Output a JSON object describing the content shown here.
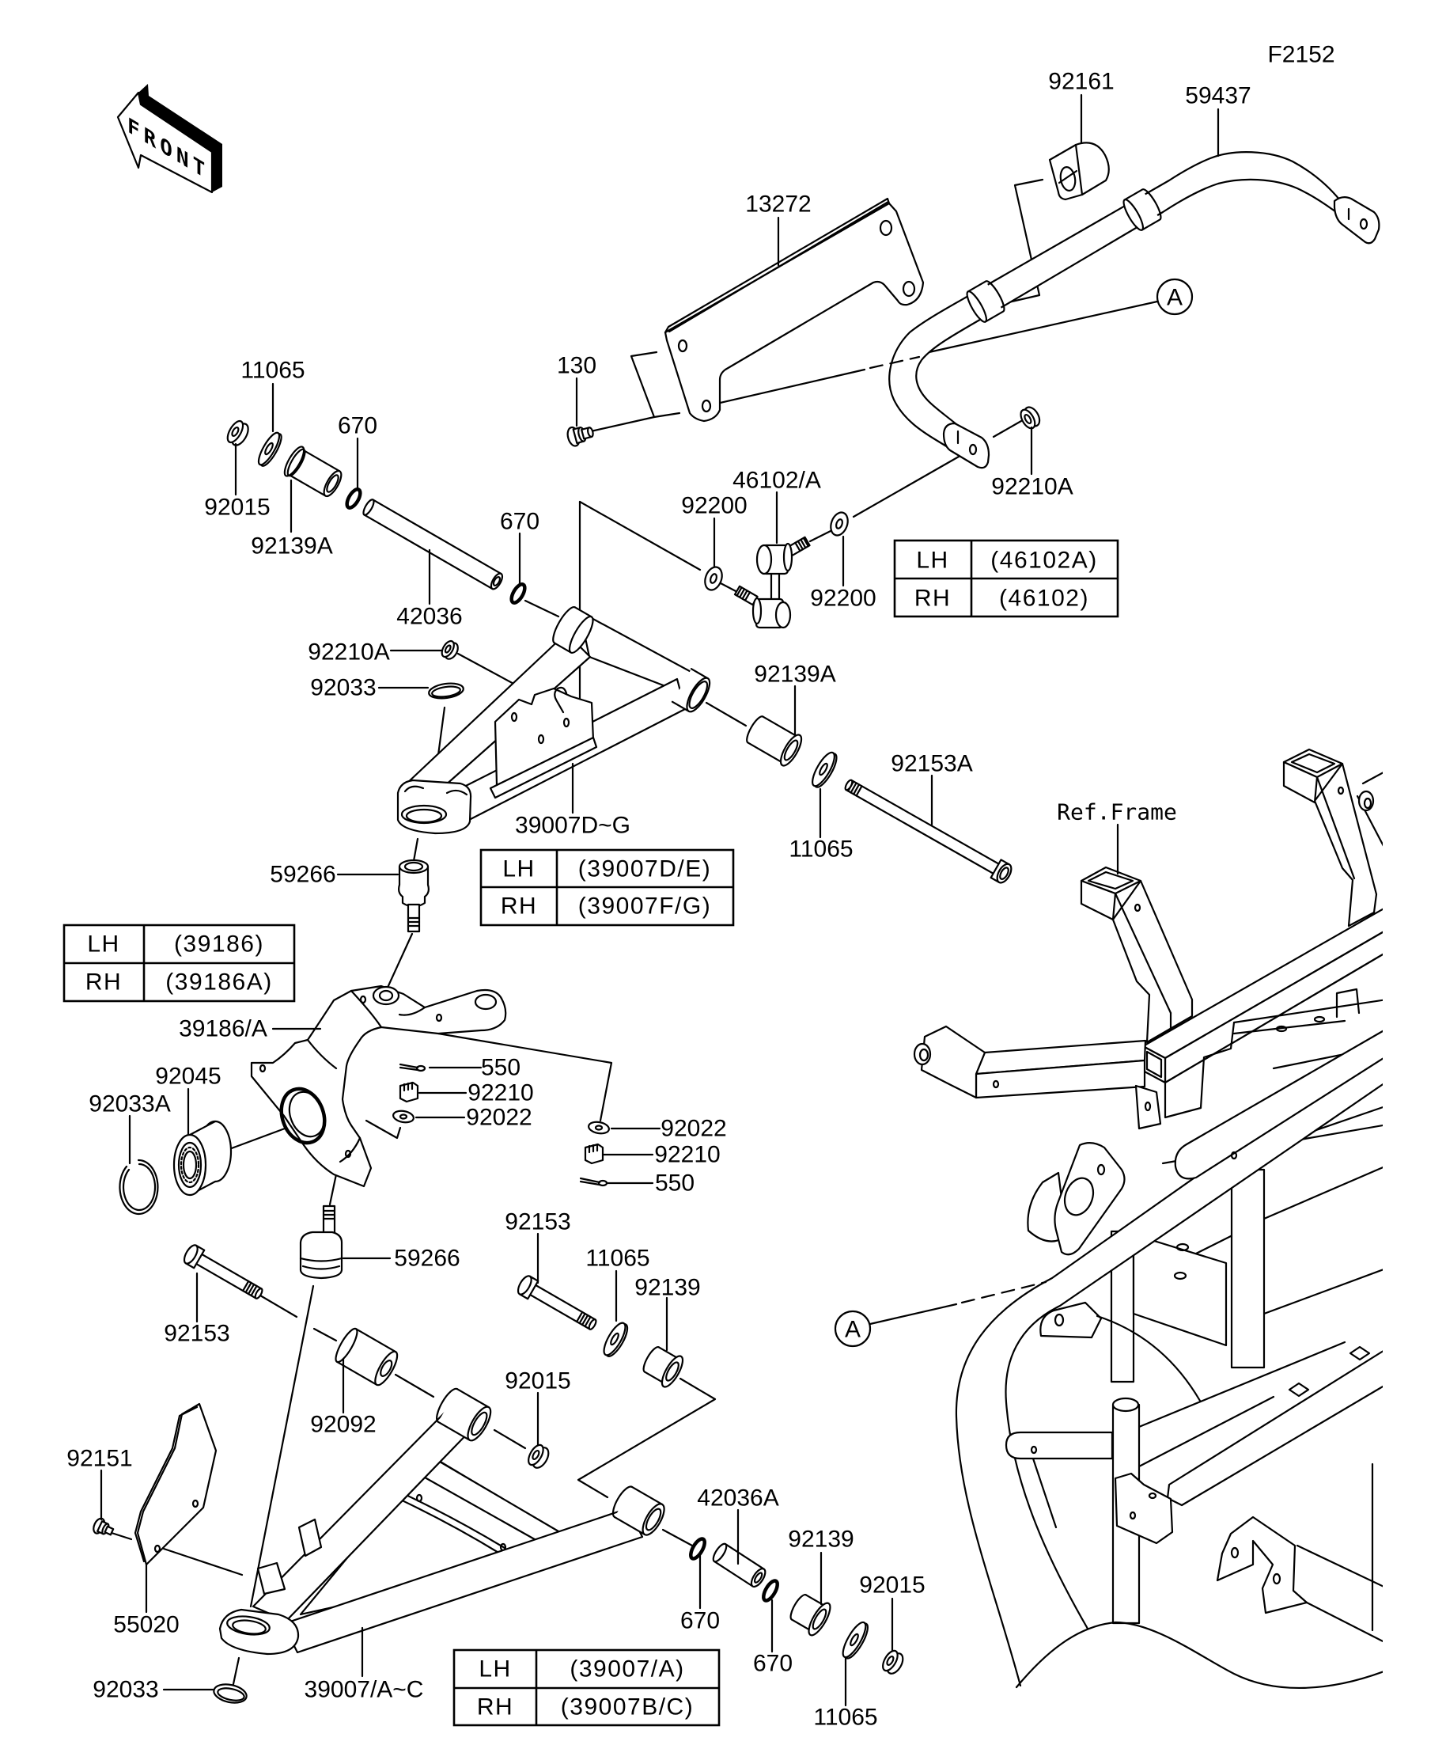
{
  "figure_code": "F2152",
  "front_arrow": {
    "label": "FRONT"
  },
  "frame_reference": {
    "label": "Ref.Frame"
  },
  "connection_markers": [
    {
      "label": "A"
    },
    {
      "label": "A"
    }
  ],
  "callouts": [
    {
      "label": "92161"
    },
    {
      "label": "59437"
    },
    {
      "label": "13272"
    },
    {
      "label": "130"
    },
    {
      "label": "11065"
    },
    {
      "label": "670"
    },
    {
      "label": "92015"
    },
    {
      "label": "92139A"
    },
    {
      "label": "670"
    },
    {
      "label": "42036"
    },
    {
      "label": "92200"
    },
    {
      "label": "46102/A"
    },
    {
      "label": "92200"
    },
    {
      "label": "92210A"
    },
    {
      "label": "92210A"
    },
    {
      "label": "92033"
    },
    {
      "label": "92139A"
    },
    {
      "label": "92153A"
    },
    {
      "label": "39007D~G"
    },
    {
      "label": "11065"
    },
    {
      "label": "59266"
    },
    {
      "label": "39186/A"
    },
    {
      "label": "92045"
    },
    {
      "label": "92033A"
    },
    {
      "label": "550"
    },
    {
      "label": "92210"
    },
    {
      "label": "92022"
    },
    {
      "label": "92022"
    },
    {
      "label": "92210"
    },
    {
      "label": "550"
    },
    {
      "label": "92153"
    },
    {
      "label": "59266"
    },
    {
      "label": "11065"
    },
    {
      "label": "92139"
    },
    {
      "label": "92153"
    },
    {
      "label": "92015"
    },
    {
      "label": "92092"
    },
    {
      "label": "92151"
    },
    {
      "label": "42036A"
    },
    {
      "label": "92139"
    },
    {
      "label": "92015"
    },
    {
      "label": "55020"
    },
    {
      "label": "670"
    },
    {
      "label": "670"
    },
    {
      "label": "39007/A~C"
    },
    {
      "label": "92033"
    },
    {
      "label": "11065"
    }
  ],
  "side_tables": [
    {
      "rows": [
        {
          "side": "LH",
          "part": "(46102A)"
        },
        {
          "side": "RH",
          "part": "(46102)"
        }
      ]
    },
    {
      "rows": [
        {
          "side": "LH",
          "part": "(39007D/E)"
        },
        {
          "side": "RH",
          "part": "(39007F/G)"
        }
      ]
    },
    {
      "rows": [
        {
          "side": "LH",
          "part": "(39186)"
        },
        {
          "side": "RH",
          "part": "(39186A)"
        }
      ]
    },
    {
      "rows": [
        {
          "side": "LH",
          "part": "(39007/A)"
        },
        {
          "side": "RH",
          "part": "(39007B/C)"
        }
      ]
    }
  ],
  "colors": {
    "ink": "#000000",
    "paper": "#ffffff"
  }
}
